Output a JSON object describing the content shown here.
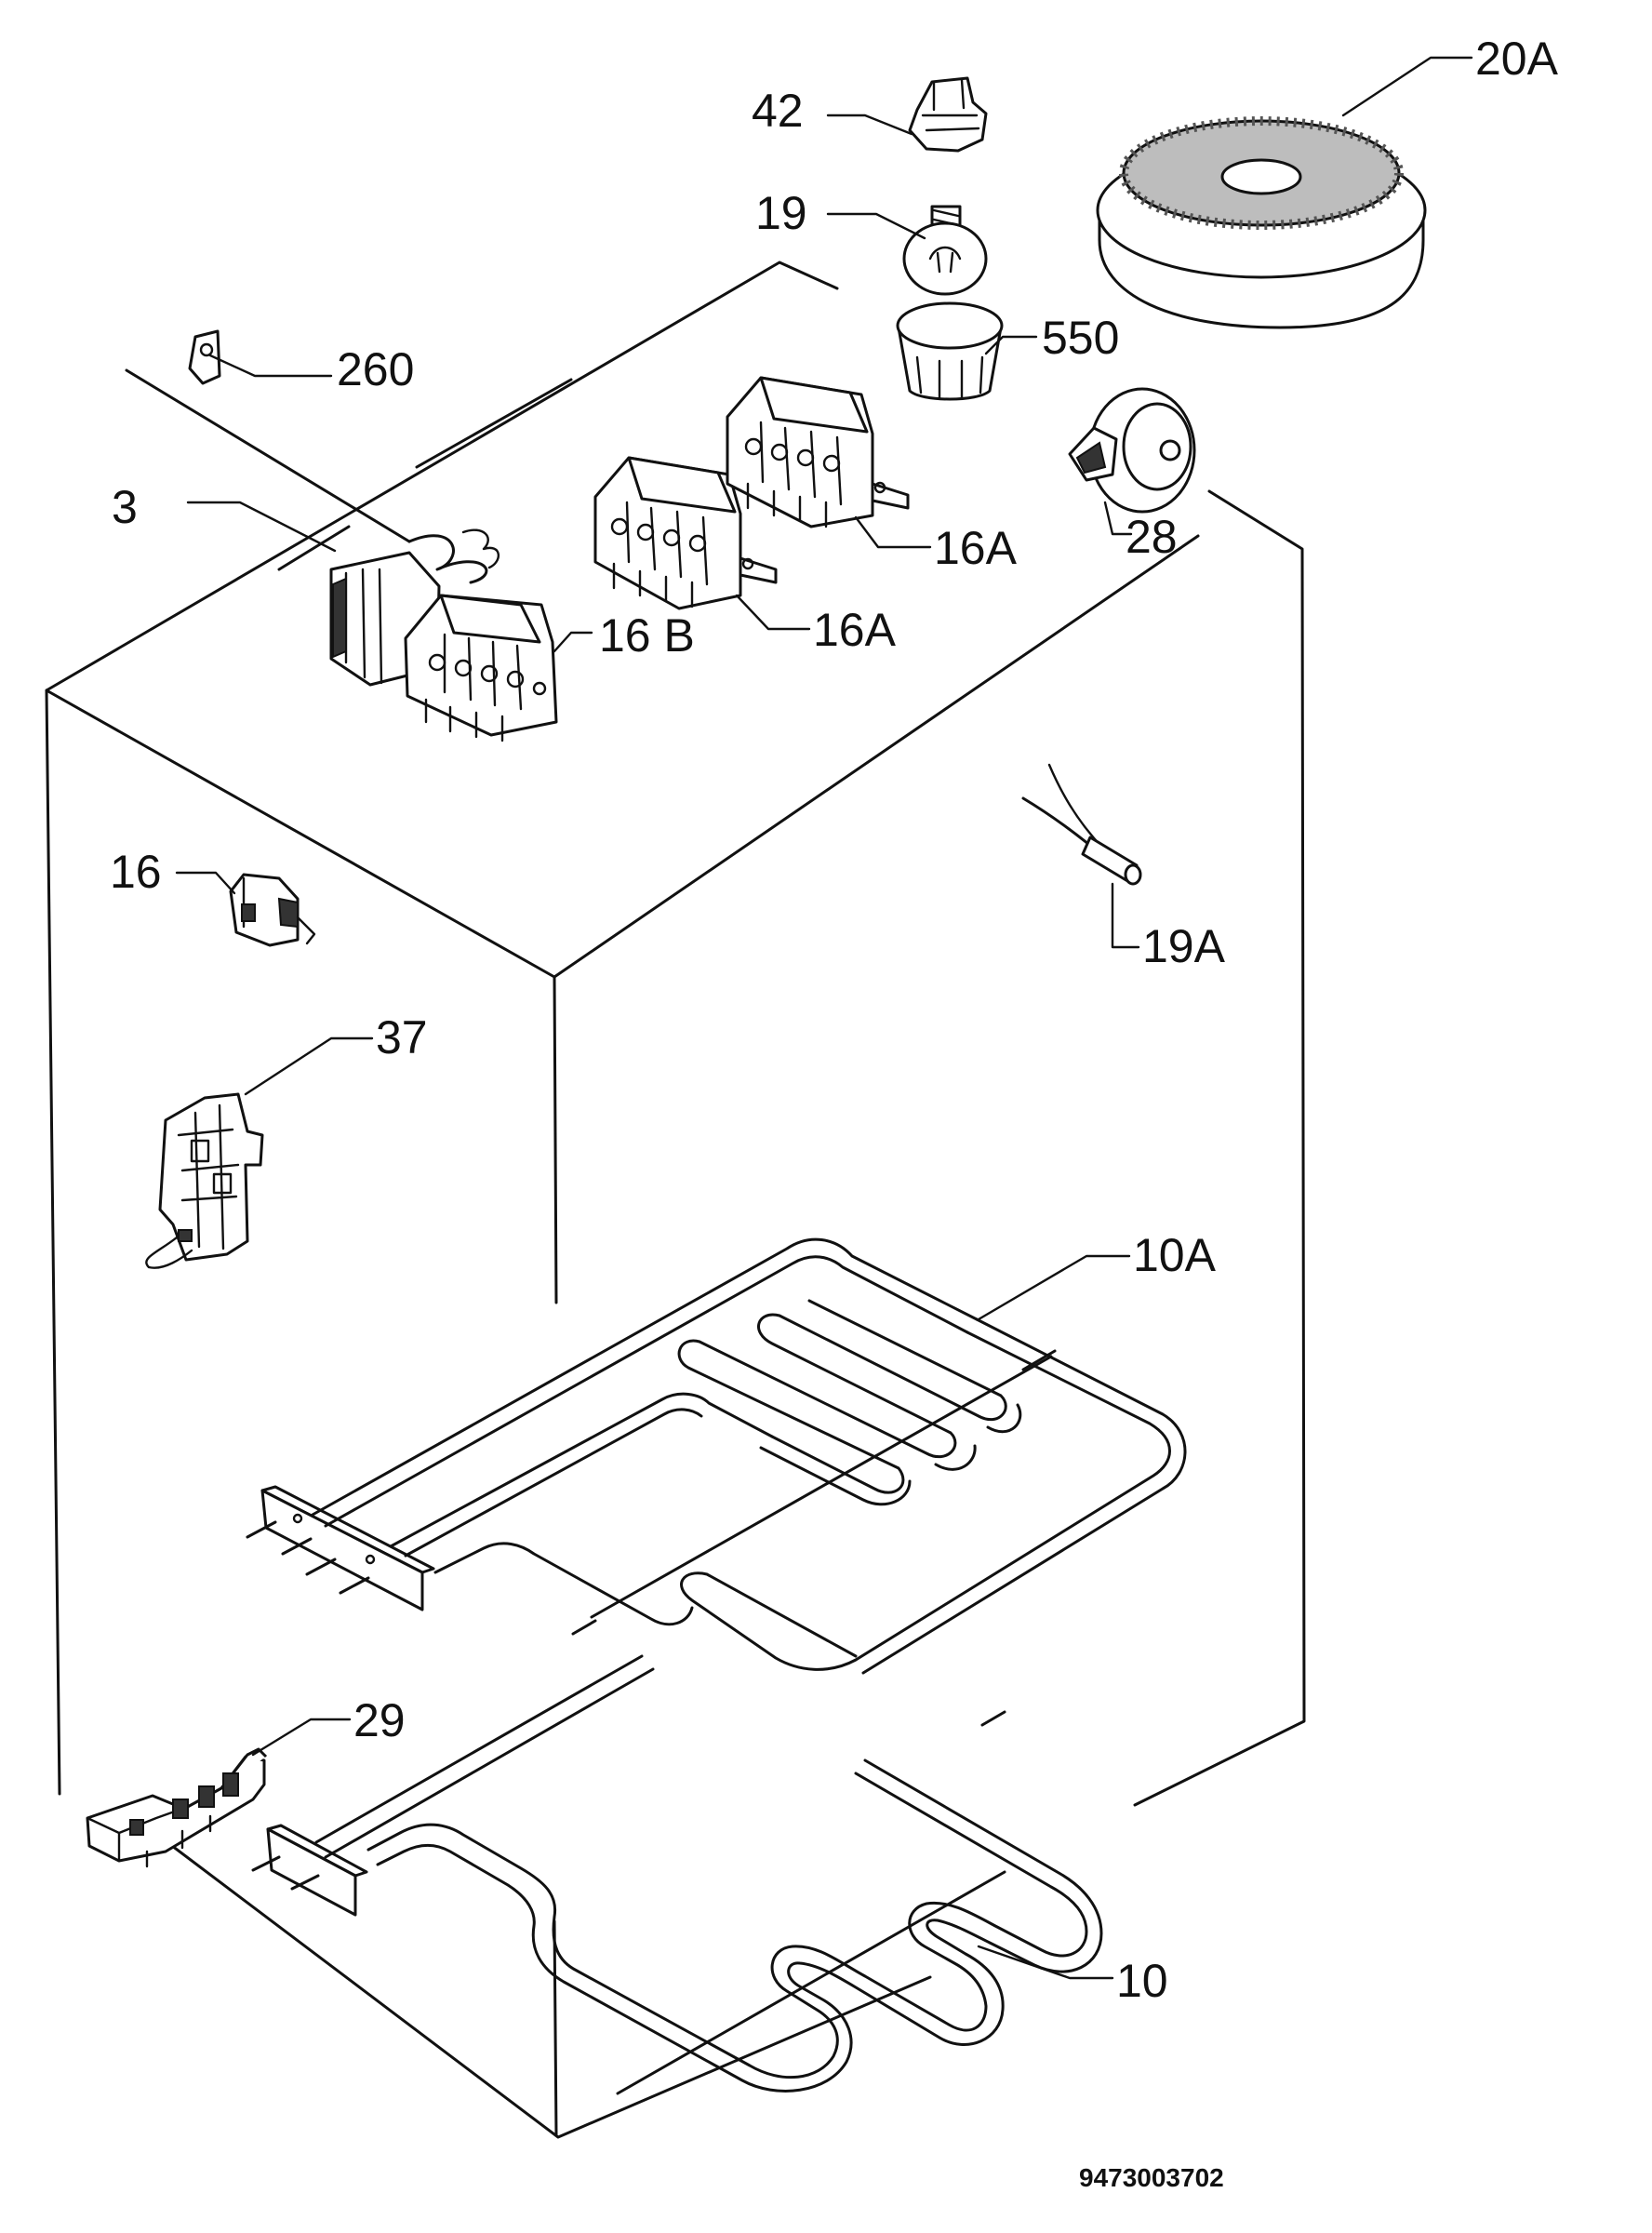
{
  "labels": {
    "l20a": "20A",
    "l42": "42",
    "l19": "19",
    "l550": "550",
    "l260": "260",
    "l3": "3",
    "l16a_upper": "16A",
    "l28": "28",
    "l16a_lower": "16A",
    "l16b": "16 B",
    "l16": "16",
    "l19a": "19A",
    "l37": "37",
    "l10a": "10A",
    "l29": "29",
    "l10": "10"
  },
  "drawing_code": "9473003702"
}
